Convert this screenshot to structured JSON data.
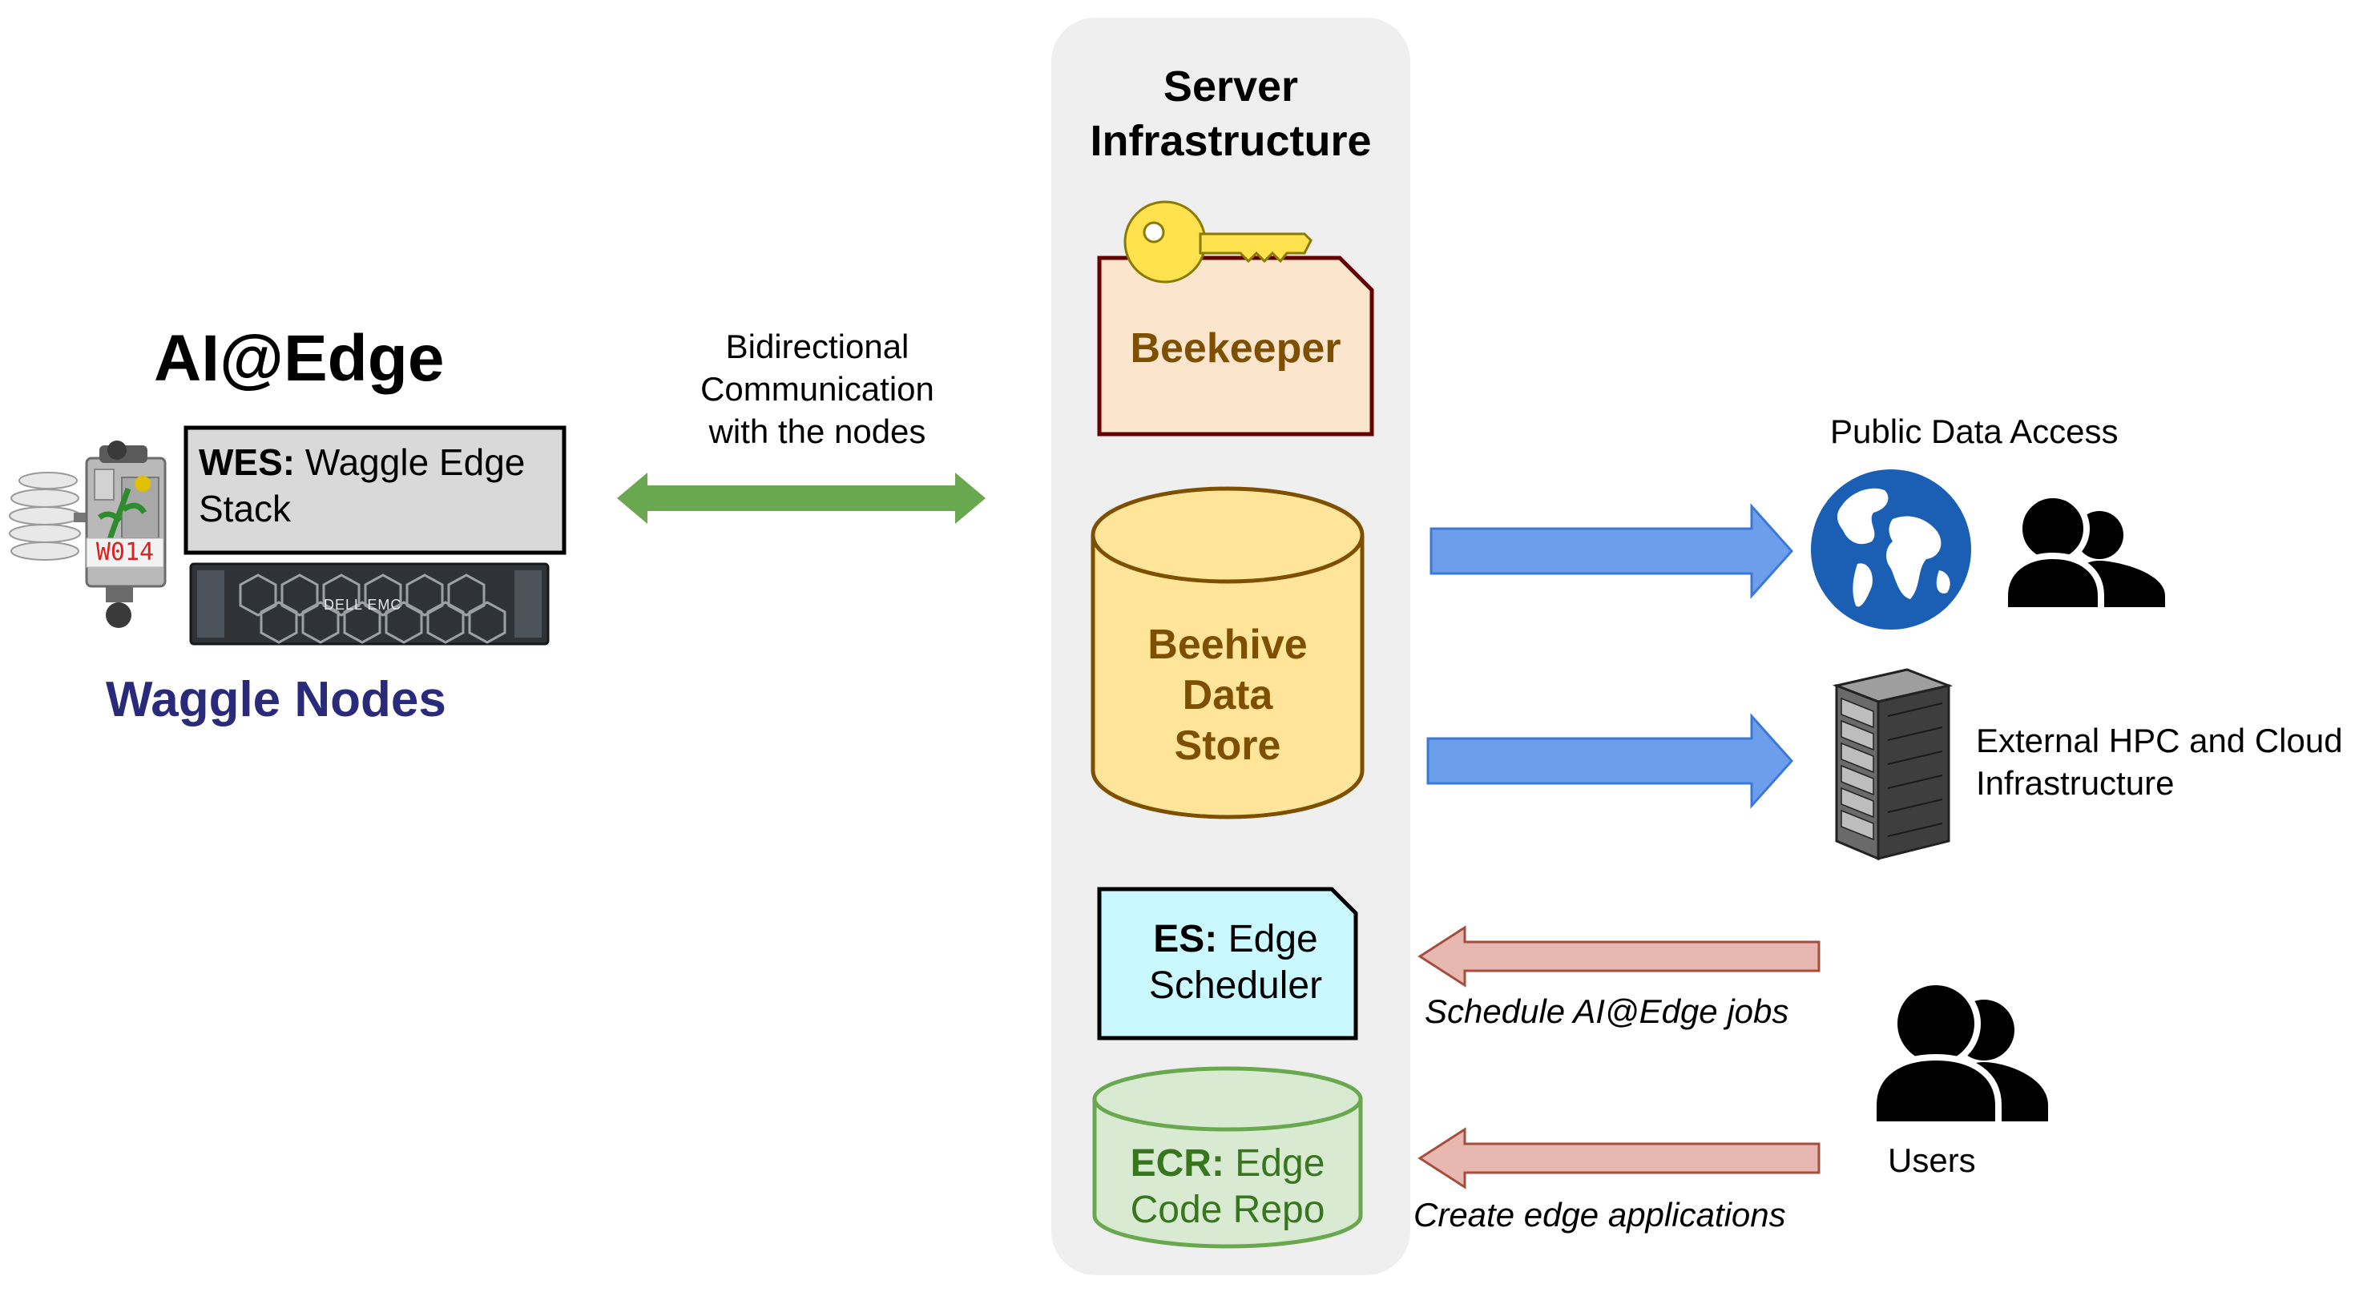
{
  "left": {
    "title": "AI@Edge",
    "wes_bold": "WES:",
    "wes_text": "Waggle Edge Stack",
    "node_tag": "W014",
    "server_brand": "DELL EMC",
    "caption": "Waggle Nodes"
  },
  "link": {
    "line1": "Bidirectional",
    "line2": "Communication",
    "line3": "with the nodes"
  },
  "server": {
    "title_line1": "Server",
    "title_line2": "Infrastructure",
    "beekeeper": "Beekeeper",
    "beehive_line1": "Beehive",
    "beehive_line2": "Data",
    "beehive_line3": "Store",
    "es_bold": "ES:",
    "es_text1": "Edge",
    "es_text2": "Scheduler",
    "ecr_bold": "ECR:",
    "ecr_text1": "Edge",
    "ecr_text2": "Code Repo"
  },
  "right": {
    "public_access": "Public Data Access",
    "hpc_line1": "External HPC and Cloud",
    "hpc_line2": "Infrastructure",
    "schedule_jobs": "Schedule AI@Edge jobs",
    "create_apps": "Create edge applications",
    "users": "Users"
  },
  "colors": {
    "panel_bg": "#efefef",
    "green_arrow": "#6aa84f",
    "blue_arrow": "#6d9eeb",
    "red_arrow_fill": "#e6b8af",
    "red_arrow_stroke": "#a64d3d",
    "beekeeper_fill": "#fce5cd",
    "beekeeper_stroke": "#660000",
    "beehive_fill": "#ffe599",
    "beehive_stroke": "#7f4f00",
    "beehive_text": "#7f4f00",
    "es_fill": "#c9f9ff",
    "ecr_fill": "#d9ead3",
    "ecr_stroke": "#6aa84f",
    "ecr_text": "#38761d",
    "wes_fill": "#d9d9d9",
    "waggle_nodes_text": "#2a2a7a",
    "globe": "#1a5fb4",
    "key": "#ffe24d"
  },
  "icons": [
    "key-icon",
    "globe-icon",
    "users-group-icon",
    "rack-server-icon",
    "waggle-node-photo",
    "dell-server-photo"
  ]
}
